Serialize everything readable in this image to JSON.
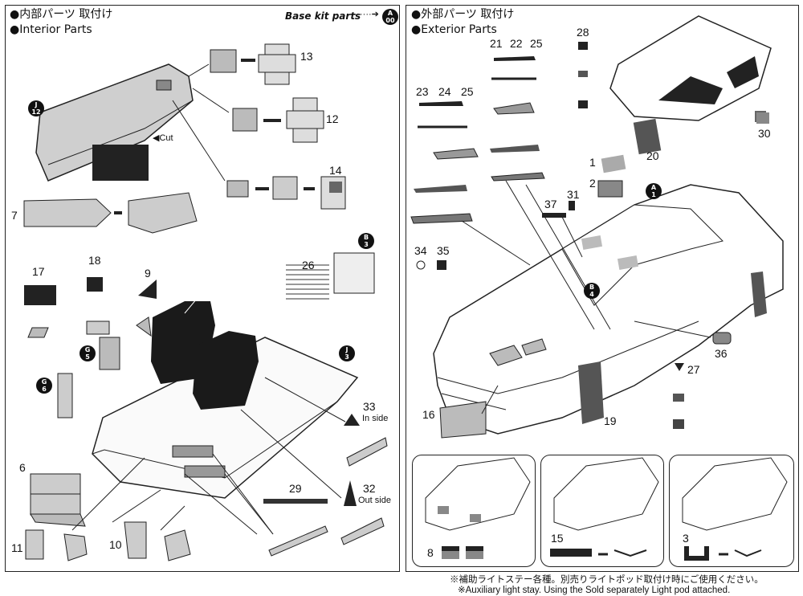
{
  "left": {
    "title_jp": "●内部パーツ 取付け",
    "title_en": "●Interior Parts",
    "base_kit": "Base kit parts",
    "base_badge": [
      "A",
      "00"
    ],
    "cut_label": "◀Cut",
    "in_side": "In side",
    "out_side": "Out side",
    "part_numbers": {
      "p13": "13",
      "p12": "12",
      "p14": "14",
      "p7": "7",
      "p26": "26",
      "p17": "17",
      "p18": "18",
      "p9": "9",
      "p6": "6",
      "p33": "33",
      "p29": "29",
      "p32": "32",
      "p11": "11",
      "p10": "10"
    },
    "badges": {
      "j12": [
        "J",
        "12"
      ],
      "b3": [
        "B",
        "3"
      ],
      "g5": [
        "G",
        "5"
      ],
      "j3": [
        "J",
        "3"
      ],
      "g6": [
        "G",
        "6"
      ]
    }
  },
  "right": {
    "title_jp": "●外部パーツ 取付け",
    "title_en": "●Exterior Parts",
    "part_numbers": {
      "p28": "28",
      "p21": "21",
      "p22": "22",
      "p25a": "25",
      "p23": "23",
      "p24": "24",
      "p25b": "25",
      "p30": "30",
      "p20": "20",
      "p1": "1",
      "p2": "2",
      "p37": "37",
      "p31": "31",
      "p34": "34",
      "p35": "35",
      "p36": "36",
      "p27": "27",
      "p16": "16",
      "p19": "19",
      "p8": "8",
      "p15": "15",
      "p3": "3"
    },
    "badges": {
      "a1": [
        "A",
        "1"
      ],
      "b4": [
        "B",
        "4"
      ]
    }
  },
  "footer": {
    "jp": "※補助ライトステー各種。別売りライトポッド取付け時にご使用ください。",
    "en": "※Auxiliary light stay. Using the Sold separately Light pod attached."
  }
}
